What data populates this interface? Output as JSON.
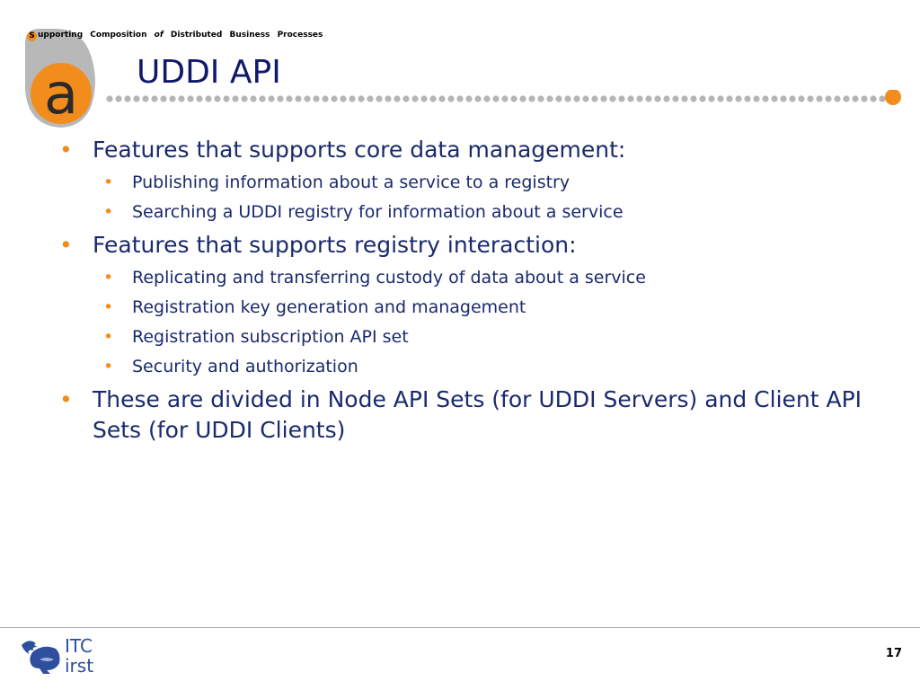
{
  "header": {
    "tagline_initial": "S",
    "tagline_words": [
      "upporting",
      "Composition",
      "of",
      "Distributed",
      "Business",
      "Processes"
    ],
    "logo_letter": "a",
    "title": "UDDI API"
  },
  "content": {
    "items": [
      {
        "text": "Features that supports core data management:",
        "sub": [
          "Publishing information about a service to a registry",
          "Searching a UDDI registry for information about a service"
        ]
      },
      {
        "text": "Features that supports registry interaction:",
        "sub": [
          "Replicating and transferring custody of data about a service",
          "Registration key generation and management",
          "Registration subscription API set",
          "Security and authorization"
        ]
      },
      {
        "text": "These are divided in Node API Sets (for UDDI Servers) and Client API Sets (for UDDI Clients)",
        "sub": []
      }
    ]
  },
  "footer": {
    "org_logo_line1": "ITC",
    "org_logo_line2": "irst",
    "page_number": "17"
  },
  "colors": {
    "accent": "#f28c1d",
    "text": "#1a2a6c",
    "title": "#10186a",
    "dots": "#b5b5b5"
  }
}
